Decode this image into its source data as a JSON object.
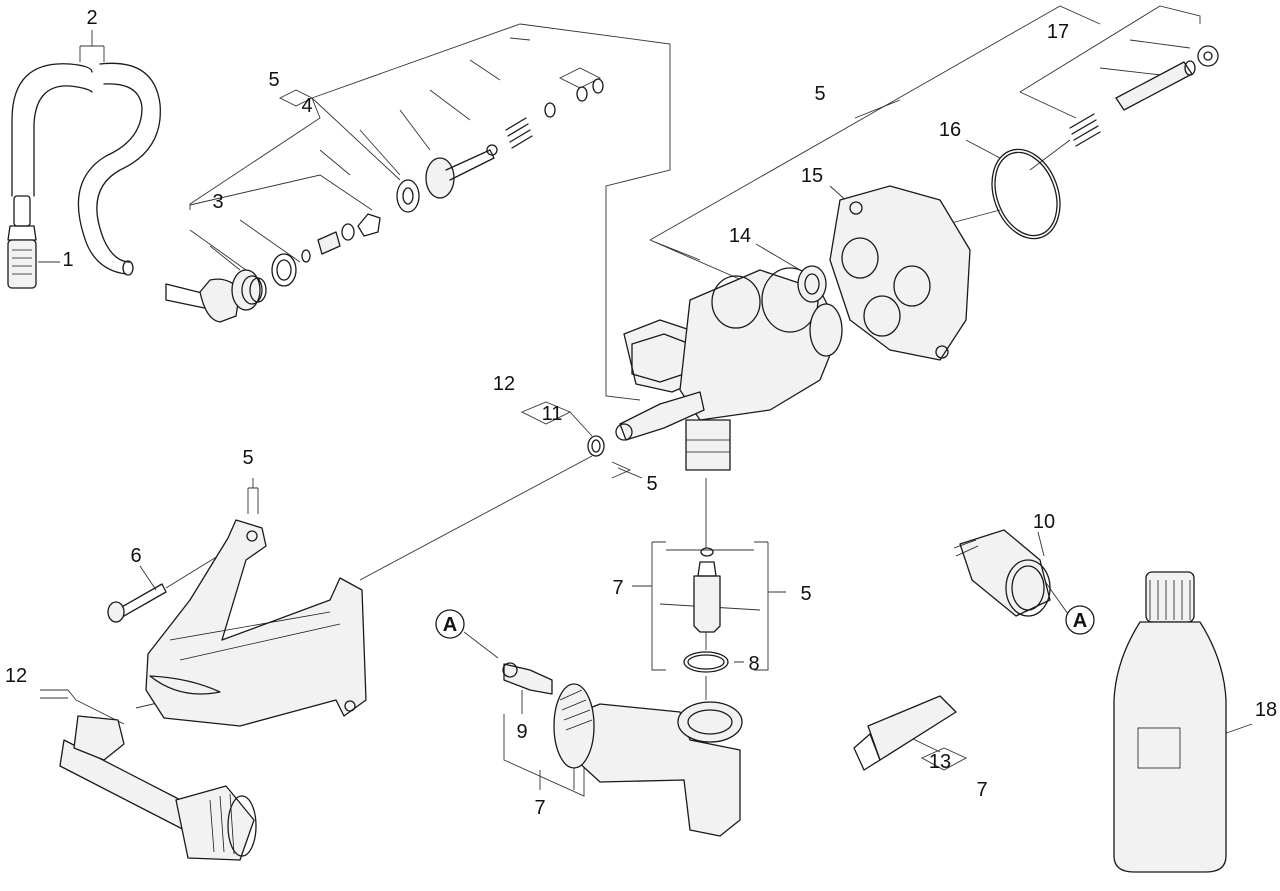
{
  "callouts": {
    "c1": "1",
    "c2": "2",
    "c3": "3",
    "c4": "4",
    "c5a": "5",
    "c5b": "5",
    "c5c": "5",
    "c5d": "5",
    "c5e": "5",
    "c6": "6",
    "c7a": "7",
    "c7b": "7",
    "c7c": "7",
    "c8": "8",
    "c9": "9",
    "c10": "10",
    "c11": "11",
    "c12a": "12",
    "c12b": "12",
    "c13": "13",
    "c14": "14",
    "c15": "15",
    "c16": "16",
    "c17": "17",
    "c18": "18"
  },
  "markers": {
    "a1": "A",
    "a2": "A"
  }
}
